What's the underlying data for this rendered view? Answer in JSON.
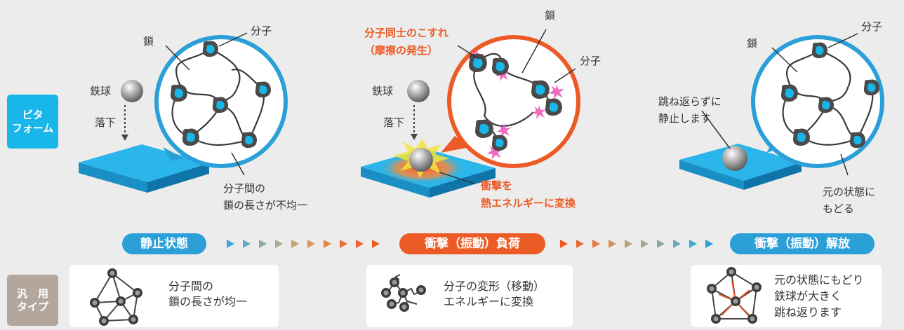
{
  "side_labels": {
    "pita_foam": "ピタ\nフォーム",
    "generic_type": "汎　用\nタイプ"
  },
  "stage_left": {
    "chain": "鎖",
    "molecule": "分子",
    "steel_ball": "鉄球",
    "drop": "落下",
    "note": "分子間の\n鎖の長さが不均一"
  },
  "stage_middle": {
    "friction": "分子同士のこすれ\n（摩擦の発生）",
    "chain": "鎖",
    "molecule": "分子",
    "steel_ball": "鉄球",
    "drop": "落下",
    "convert": "衝撃を\n熱エネルギーに変換"
  },
  "stage_right": {
    "chain": "鎖",
    "molecule": "分子",
    "rest_note": "跳ね返らずに\n静止します",
    "return_note": "元の状態に\nもどる"
  },
  "states": {
    "static": "静止状態",
    "impact": "衝撃（振動）負荷",
    "release": "衝撃（振動）解放"
  },
  "generic": {
    "left_text": "分子間の\n鎖の長さが均一",
    "middle_text": "分子の変形（移動）\nエネルギーに変換",
    "right_text": "元の状態にもどり\n鉄球が大きく\n跳ね返ります"
  },
  "colors": {
    "blue": "#2a9fd8",
    "cyan": "#19b6e9",
    "orange": "#ec5a26",
    "gray_label": "#b3a69c",
    "pink": "#ee6cc2"
  }
}
